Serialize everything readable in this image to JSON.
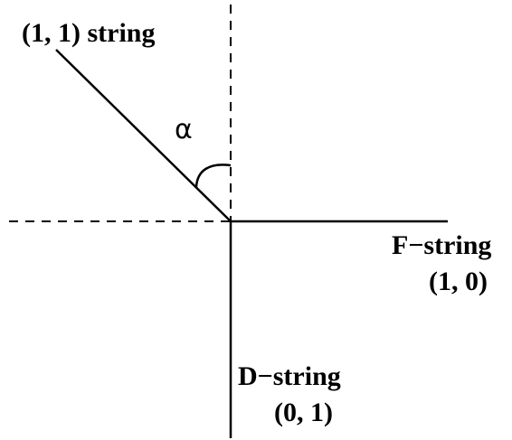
{
  "labels": {
    "one_one": "(1, 1) string",
    "alpha": "α",
    "f_string": "F−string",
    "f_charge": "(1, 0)",
    "d_string": "D−string",
    "d_charge": "(0, 1)"
  }
}
